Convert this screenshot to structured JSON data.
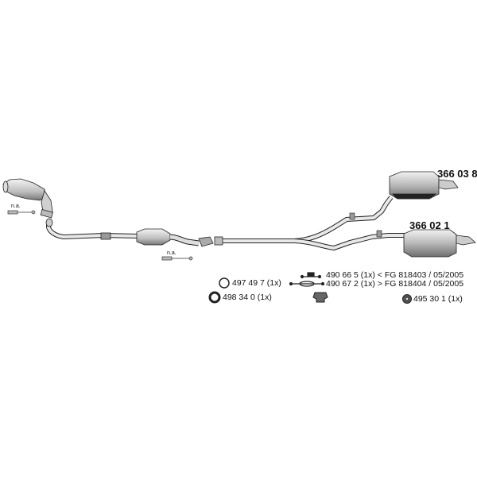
{
  "parts": {
    "muffler_upper": "366 03 8",
    "muffler_lower": "366 02 1",
    "ring_thick": "497 49 7 (1x)",
    "ring_thin": "498 34 0 (1x)",
    "clamp_old": "490 66 5 (1x) < FG 818403 / 05/2005",
    "clamp_new": "490 67 2 (1x) > FG 818404 / 05/2005",
    "hanger": "495 30 1 (1x)"
  },
  "notes": {
    "sensor_1": "n.a.",
    "sensor_2": "n.a."
  },
  "colors": {
    "line": "#222222",
    "metal_light": "#e6e6e6",
    "metal_mid": "#a9a9a9",
    "metal_dark": "#555555"
  }
}
